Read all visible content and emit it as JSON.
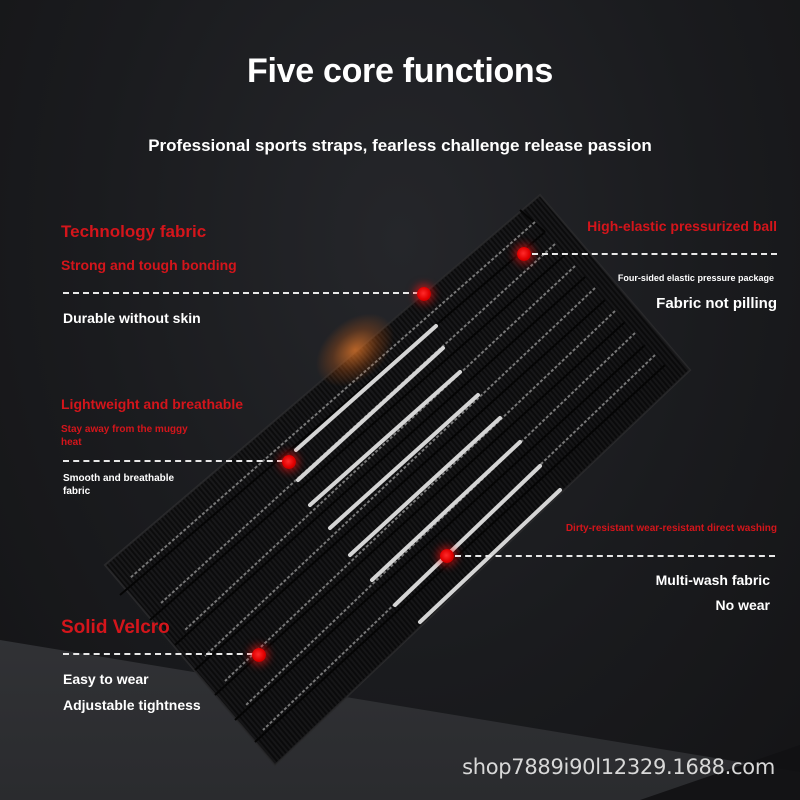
{
  "header": {
    "title": "Five core functions",
    "subtitle": "Professional sports straps, fearless challenge release passion"
  },
  "colors": {
    "accent_red": "#d4151b",
    "text_white": "#ffffff",
    "background": "#1a1b1e",
    "dot_red": "#ff1a1a"
  },
  "features": [
    {
      "id": "technology-fabric",
      "heading": "Technology fabric",
      "subheading": "Strong and tough bonding",
      "lines": [
        "Durable without skin"
      ]
    },
    {
      "id": "high-elastic",
      "heading": "High-elastic pressurized ball",
      "subheading": "Four-sided elastic pressure package",
      "lines": [
        "Fabric not pilling"
      ]
    },
    {
      "id": "lightweight",
      "heading": "Lightweight and breathable",
      "subheading": "Stay away from the muggy heat",
      "lines": [
        "Smooth and breathable fabric"
      ]
    },
    {
      "id": "dirty-resistant",
      "heading": "Dirty-resistant wear-resistant direct washing",
      "lines": [
        "Multi-wash fabric",
        "No wear"
      ]
    },
    {
      "id": "velcro",
      "heading": "Solid Velcro",
      "lines": [
        "Easy to wear",
        "Adjustable tightness"
      ]
    }
  ],
  "product": {
    "icon": "black-elastic-sports-strap-image"
  },
  "watermark": "shop7889i90l12329.1688.com"
}
